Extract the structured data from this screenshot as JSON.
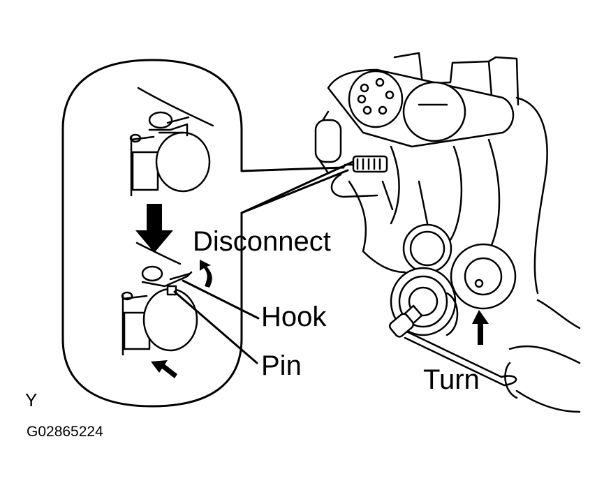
{
  "labels": {
    "disconnect": "Disconnect",
    "hook": "Hook",
    "pin": "Pin",
    "turn": "Turn",
    "view_letter": "Y",
    "figure_code": "G02865224"
  },
  "colors": {
    "ink": "#000000",
    "paper": "#ffffff"
  }
}
